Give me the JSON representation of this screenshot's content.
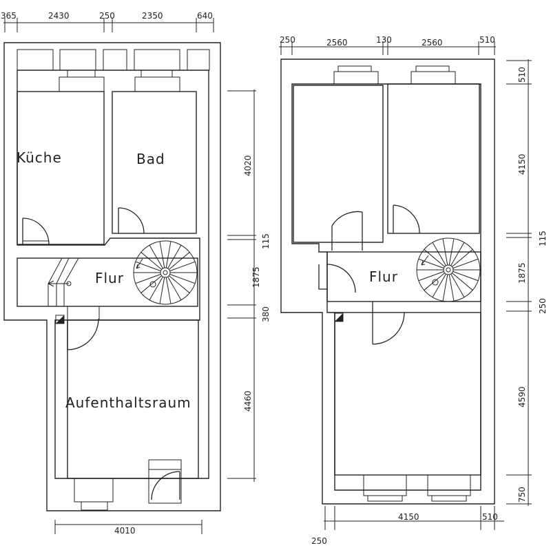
{
  "plans": [
    {
      "rooms": {
        "kitchen": "Küche",
        "bath": "Bad",
        "hall": "Flur",
        "living": "Aufenthaltsraum"
      },
      "dims_top": [
        "365",
        "2430",
        "250",
        "2350",
        "640"
      ],
      "dims_right": [
        "4020",
        "115",
        "1875",
        "380",
        "4460"
      ],
      "dims_bottom": [
        "4010"
      ]
    },
    {
      "rooms": {
        "hall": "Flur"
      },
      "dims_top": [
        "250",
        "2560",
        "130",
        "2560",
        "510"
      ],
      "dims_right": [
        "510",
        "4150",
        "115",
        "1875",
        "250",
        "4590",
        "750"
      ],
      "dims_bottom": [
        "4150",
        "510",
        "250"
      ]
    }
  ]
}
